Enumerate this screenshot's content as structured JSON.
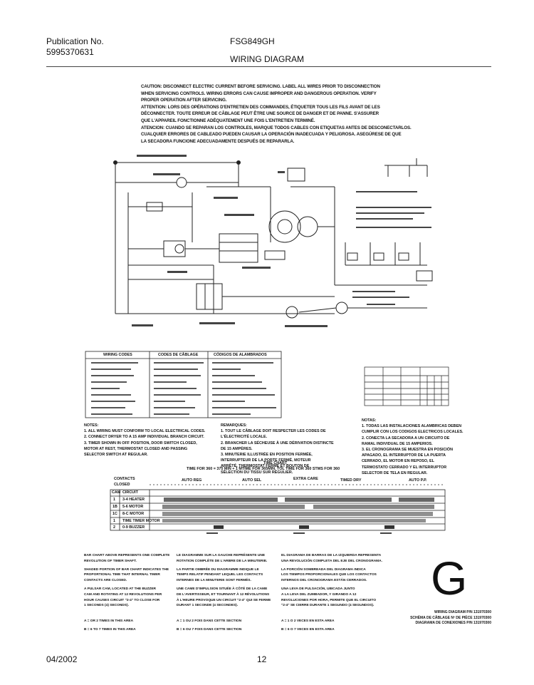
{
  "header": {
    "pub_label": "Publication No.",
    "pub_number": "5995370631",
    "model": "FSG849GH",
    "title": "WIRING DIAGRAM"
  },
  "caution": [
    "CAUTION: DISCONNECT ELECTRIC CURRENT BEFORE SERVICING. LABEL ALL WIRES PRIOR TO DISCONNECTION",
    "WHEN SERVICING CONTROLS. WIRING ERRORS CAN CAUSE IMPROPER AND DANGEROUS OPERATION. VERIFY",
    "PROPER OPERATION AFTER SERVICING.",
    "ATTENTION: LORS DES OPÉRATIONS D'ENTRETIEN DES COMMANDES, ÉTIQUETER TOUS LES FILS AVANT DE LES",
    "DÉCONNECTER. TOUTE ERREUR DE CÂBLAGE PEUT ÊTRE UNE SOURCE DE DANGER ET DE PANNE. S'ASSURER",
    "QUE L'APPAREIL FONCTIONNE ADÉQUATEMENT UNE FOIS L'ENTRETIEN TERMINÉ.",
    "ATENCION: CUANDO SE REPARAN LOS CONTROLES, MARQUE TODOS CABLES CON ETIQUETAS ANTES DE DESCONECTARLOS.",
    "CUALQUIER ERRORES DE CABLEADO PUEDEN CAUSAR LA OPERACIÓN INADECUADA Y PELIGROSA. ASEGÚRESE DE QUE",
    "LA SECADORA FUNCIONE ADECUADAMENTE DESPUÉS DE REPARARLA."
  ],
  "codes_table": {
    "headers": [
      "WIRING CODES",
      "CODES DE CÂBLAGE",
      "CÓDIGOS DE ALAMBRADOS"
    ]
  },
  "notes": {
    "en_title": "NOTES:",
    "en": [
      "1. ALL WIRING MUST CONFORM TO LOCAL ELECTRICAL CODES.",
      "2. CONNECT DRYER TO A 15 AMP INDIVIDUAL BRANCH CIRCUIT.",
      "3. TIMER SHOWN IN OFF POSITION, DOOR SWITCH CLOSED,",
      "   MOTOR AT REST, THERMOSTAT CLOSED AND PASSING",
      "   SELECTOR SWITCH AT REGULAR."
    ],
    "fr_title": "REMARQUES:",
    "fr": [
      "1. TOUT LE CÂBLAGE DOIT RESPECTER LES CODES DE",
      "   L'ÉLECTRICITÉ LOCALE.",
      "2. BRANCHER LA SÉCHEUSE À UNE DÉRIVATION DISTINCTE",
      "   DE 15 AMPÈRES.",
      "3. MINUTERIE ILLUSTRÉE EN POSITION FERMÉE,",
      "   INTERRUPTEUR DE LA PORTE FERMÉ, MOTEUR",
      "   ARRÊTÉ, THERMOSTAT FERMÉ ET BOUTON DE",
      "   SÉLECTION DU TISSU SUR RÉGULIER."
    ],
    "es_title": "NOTAS:",
    "es": [
      "1. TODAS LAS INSTALACIONES ALAMBRICAS DEBEN",
      "   CUMPLIR CON LOS CODIGOS ELECTRICOS LOCALES.",
      "2. CONECTA LA SECADORA A UN CIRCUITO DE",
      "   RAMAL INDIVIDUAL DE 15 AMPERIOS.",
      "3. EL CRONOGRAMA SE MUESTRA EN POSICIÓN",
      "   APAGADO, EL INTERRUPTOR DE LA PUERTA",
      "   CERRADO, EL MOTOR EN REPOSO, EL",
      "   TERMOSTATO CERRADO Y EL INTERRUPTOR",
      "   SELECTOR DE TELA EN REGULAR."
    ]
  },
  "timing_chart": {
    "title": "TIME CHART",
    "subtitle": "TIME FOR 360 = 375 MIN + 1 MTIME FOR 365MIN. TOL TIME FOR 360 STMS FOR 360",
    "contacts_label": "CONTACTS",
    "closed_label": "CLOSED",
    "cam_label": "CAM",
    "circuit_label": "CIRCUIT",
    "rows": [
      {
        "cam": "1",
        "circuit": "3-4 HEATER"
      },
      {
        "cam": "1B",
        "circuit": "5-6 MOTOR"
      },
      {
        "cam": "1C",
        "circuit": "8-C MOTOR"
      },
      {
        "cam": "1",
        "circuit": "TIME TIMER MOTOR"
      },
      {
        "cam": "2",
        "circuit": "0-9 BUZZER"
      }
    ],
    "segments": [
      "AUTO REG",
      "AUTO SEL",
      "EXTRA CARE",
      "TIMED DRY",
      "AUTO P.P."
    ]
  },
  "legend": {
    "en": [
      "BAR CHART ABOVE REPRESENTS ONE COMPLETE",
      "REVOLUTION OF TIMER SHAFT.",
      "SHADED PORTION OF BAR CHART INDICATES THE",
      "PROPORTIONAL TIME THAT INTERNAL TIMER",
      "CONTACTS ARE CLOSED.",
      "A PULSAR CAM, LOCATED AT THE BUZZER",
      "CAM AND ROTATING AT 12 REVOLUTIONS PER",
      "HOUR CAUSES CIRCUIT \"2-4\" TO CLOSE FOR",
      "1 SECONDS (4) SECONDS)."
    ],
    "fr": [
      "LE DIAGRAMME SUR LA GAUCHE REPRÉSENTE UNE",
      "ROTATION COMPLÈTE DE L'ARBRE DE LA MINUTERIE.",
      "LA PARTIE OMBRÉE DU DIAGRAMME INDIQUE LE",
      "TEMPS RELATIF PENDANT LEQUEL LES CONTACTS",
      "INTERNES DE LA MINUTERIE SONT FERMÉS.",
      "UNE CAME D'IMPULSION SITUÉE À CÔTÉ DE LA CAME",
      "DE L'AVERTISSEUR, ET TOURNANT À 12 RÉVOLUTIONS",
      "À L'HEURE PROVOQUE UN CIRCUIT \"2-4\" QUI SE FERME",
      "DURANT 1 SECONDE (4 SECONDES)."
    ],
    "es": [
      "EL DIAGRAMA DE BARRAS DE LA IZQUIERDA REPRESENTA",
      "UNA REVOLUCIÓN COMPLETA DEL EJE DEL CRONOGRAMA.",
      "LA PORCIÓN SOMBREADA DEL DIAGRAMA INDICA",
      "LOS TIEMPOS PROPORCIONALES QUE LOS CONTACTOS",
      "INTERNOS DEL CRONOGRAMA ESTÁN CERRADOS.",
      "UNA LEVA DE PULSACIÓN, UBICADA JUNTO",
      "A LA LEVA DEL ZUMBADOR, Y GIRANDO A 12",
      "REVOLUCIONES POR HORA, PERMITE QUE EL CIRCUITO",
      "\"2-4\" SE CIERRE DURANTE 1 SEGUNDO (4 SEGUNDOS)."
    ],
    "marks_en": [
      "A = OR 2 TIMES IN THIS AREA",
      "B = 6 TO 7 TIMES IN THIS AREA"
    ],
    "marks_fr": [
      "A = 1 OU 2 FOIS DANS CETTE SECTION",
      "B = 6 OU 7 FOIS DANS CETTE SECTION"
    ],
    "marks_es": [
      "A = 1 O 2 VECES EN ESTA AREA",
      "B = 6 O 7 VECES EN ESTA AREA"
    ]
  },
  "diagram_ref": [
    "WIRING DIAGRAM P/N 131970300",
    "SCHÉMA DE CÂBLAGE Nº DE PIÈCE 131970300",
    "DIAGRAMA DE CONEXIONES P/N 131970300"
  ],
  "big_letter": "G",
  "footer": {
    "date": "04/2002",
    "page": "12"
  }
}
